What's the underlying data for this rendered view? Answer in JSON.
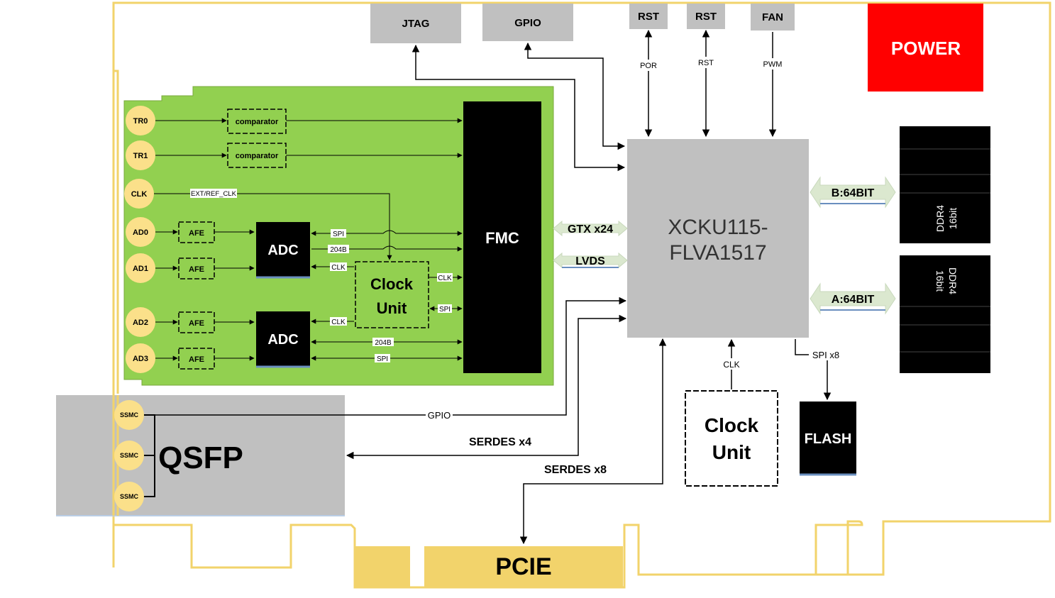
{
  "colors": {
    "board_outline": "#f2d36b",
    "pad_fill": "#fbe08a",
    "green_card": "#92d050",
    "gray_box": "#c0c0c0",
    "black_box": "#000000",
    "power": "#ff0000",
    "arrow_fill": "#dbe8cf"
  },
  "top_headers": {
    "jtag": "JTAG",
    "gpio": "GPIO",
    "rst1": "RST",
    "rst2": "RST",
    "fan": "FAN",
    "power": "POWER"
  },
  "signals": {
    "por": "POR",
    "rst": "RST",
    "pwm": "PWM"
  },
  "inputs": [
    "TR0",
    "TR1",
    "CLK",
    "AD0",
    "AD1",
    "AD2",
    "AD3"
  ],
  "comparator": "comparator",
  "afe": "AFE",
  "ext_ref_clk": "EXT/REF_CLK",
  "adc": "ADC",
  "fmc": "FMC",
  "fmc_links": {
    "spi": "SPI",
    "b204": "204B",
    "clk": "CLK"
  },
  "clock_unit_inner": {
    "line1": "Clock",
    "line2": "Unit"
  },
  "fpga": {
    "line1": "XCKU115-",
    "line2": "FLVA1517"
  },
  "gtx": "GTX x24",
  "lvds": "LVDS",
  "ddr": {
    "top": {
      "line1": "DDR4",
      "line2": "16bit"
    },
    "bottom": {
      "line1": "DDR4",
      "line2": "16bit"
    },
    "b_bus": "B:64BIT",
    "a_bus": "A:64BIT"
  },
  "qsfp": "QSFP",
  "ssmc": [
    "SSMC",
    "SSMC",
    "SSMC"
  ],
  "gpio_line": "GPIO",
  "serdes4": "SERDES x4",
  "serdes8": "SERDES x8",
  "pcie": "PCIE",
  "clock_unit_main": {
    "line1": "Clock",
    "line2": "Unit"
  },
  "clk_label": "CLK",
  "spi_x8": "SPI x8",
  "flash": "FLASH"
}
